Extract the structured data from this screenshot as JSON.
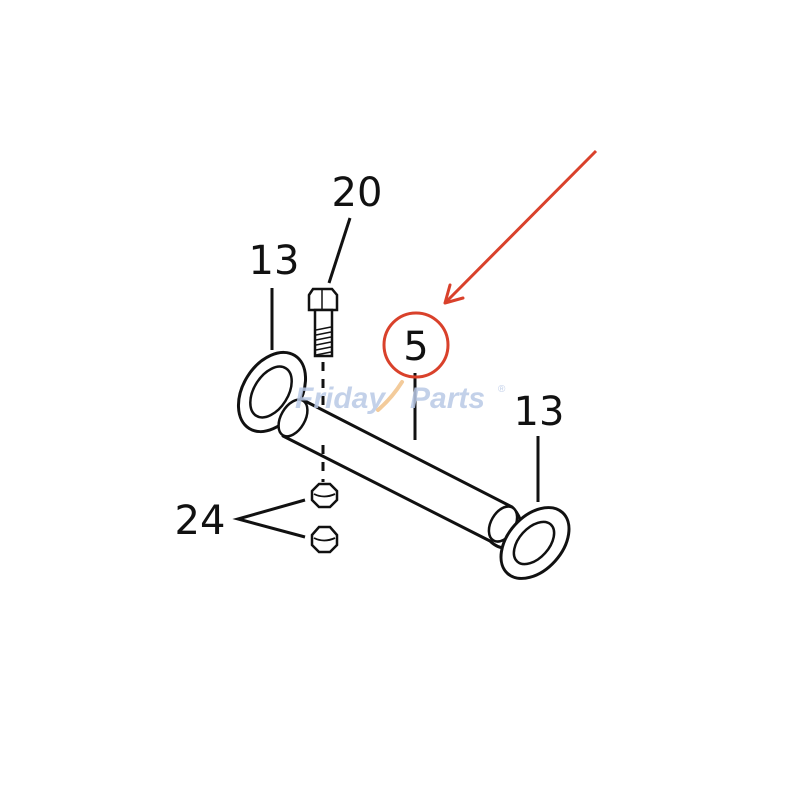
{
  "callouts": {
    "washer_left": "13",
    "bolt": "20",
    "pin": "5",
    "washer_right": "13",
    "nuts": "24"
  },
  "watermark": {
    "brand_part1": "Friday",
    "brand_part2": "Parts",
    "registered_mark": "®"
  },
  "colors": {
    "highlight": "#d9412b",
    "watermark_blue": "#b9c9e6",
    "watermark_orange": "#f2c38a",
    "ink": "#111111"
  }
}
